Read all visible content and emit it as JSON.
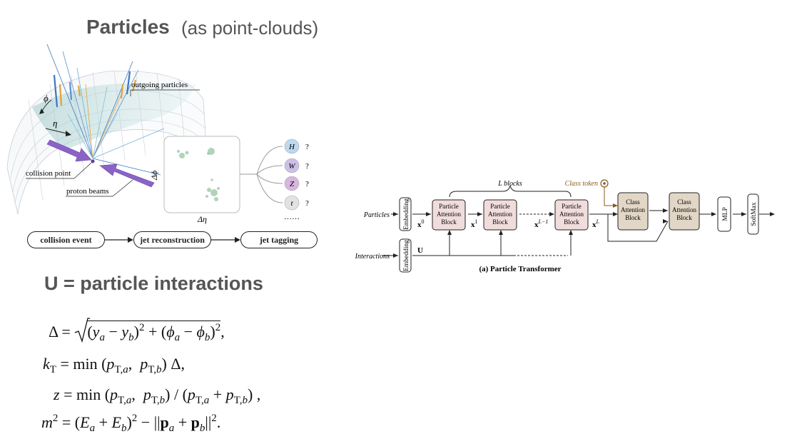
{
  "header": {
    "title": "Particles",
    "subtitle": "(as point-clouds)"
  },
  "detector": {
    "outgoing_label": "outgoing particles",
    "phi_label": "ϕ",
    "eta_label": "η",
    "collision_label": "collision point",
    "beams_label": "proton beams",
    "delta_phi_label": "Δϕ",
    "delta_eta_label": "Δη",
    "classes": [
      {
        "symbol": "H",
        "mark": "?",
        "color": "#bcd9f0"
      },
      {
        "symbol": "W",
        "mark": "?",
        "color": "#cdbfe6"
      },
      {
        "symbol": "Z",
        "mark": "?",
        "color": "#d8b6e0"
      },
      {
        "symbol": "t",
        "mark": "?",
        "color": "#e2e2e2"
      }
    ],
    "ellipsis": "……"
  },
  "flow": {
    "steps": [
      "collision event",
      "jet reconstruction",
      "jet tagging"
    ]
  },
  "section": {
    "heading": "U = particle interactions"
  },
  "architecture": {
    "particles_label": "Particles",
    "interactions_label": "Interactions",
    "embedding_label": "Embedding",
    "pab_lines": [
      "Particle",
      "Attention",
      "Block"
    ],
    "cab_lines": [
      "Class",
      "Attention",
      "Block"
    ],
    "l_blocks": "L blocks",
    "class_token": "Class token",
    "x0": "x",
    "x0_sup": "0",
    "x1": "x",
    "x1_sup": "1",
    "xL1": "x",
    "xL1_sup": "L−1",
    "xL": "x",
    "xL_sup": "L",
    "u_label": "U",
    "mlp_label": "MLP",
    "softmax_label": "SoftMax",
    "caption": "(a) Particle Transformer",
    "colors": {
      "pab_fill": "#f1dcdc",
      "cab_fill": "#e2d6c6",
      "token": "#8a5a1e"
    }
  }
}
